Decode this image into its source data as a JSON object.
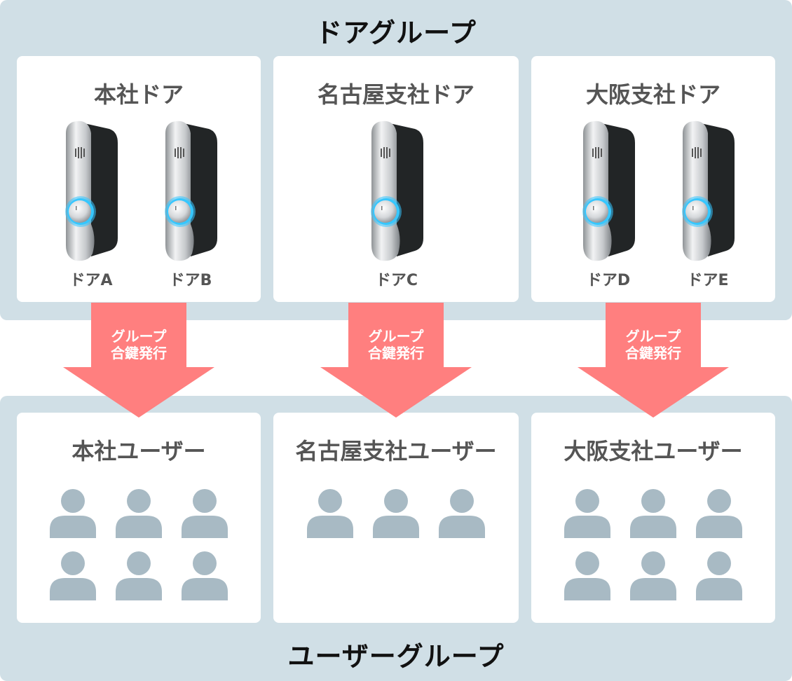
{
  "door_group": {
    "title": "ドアグループ",
    "cards": [
      {
        "title": "本社ドア",
        "doors": [
          "ドアA",
          "ドアB"
        ]
      },
      {
        "title": "名古屋支社ドア",
        "doors": [
          "ドアC"
        ]
      },
      {
        "title": "大阪支社ドア",
        "doors": [
          "ドアD",
          "ドアE"
        ]
      }
    ]
  },
  "arrows": [
    {
      "label_line1": "グループ",
      "label_line2": "合鍵発行"
    },
    {
      "label_line1": "グループ",
      "label_line2": "合鍵発行"
    },
    {
      "label_line1": "グループ",
      "label_line2": "合鍵発行"
    }
  ],
  "user_group": {
    "title": "ユーザーグループ",
    "cards": [
      {
        "title": "本社ユーザー",
        "user_count": 6
      },
      {
        "title": "名古屋支社ユーザー",
        "user_count": 3
      },
      {
        "title": "大阪支社ユーザー",
        "user_count": 6
      }
    ]
  },
  "colors": {
    "band": "#d0dfe6",
    "arrow": "#ff7f7f",
    "person": "#a8bac4",
    "lock_ring": "#36c7ff"
  }
}
